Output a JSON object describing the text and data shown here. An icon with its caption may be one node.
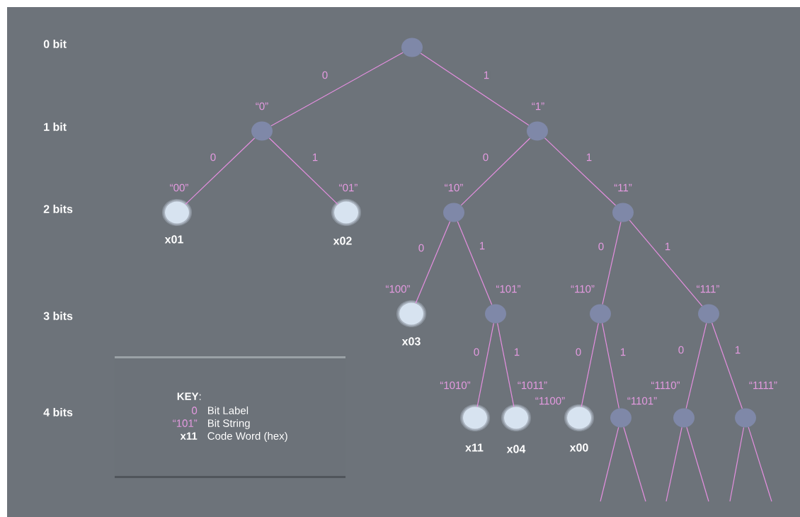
{
  "diagram": {
    "nodes": [
      {
        "text": [],
        "shape": "circle"
      },
      {
        "text": [],
        "shape": "circle",
        "beside": [
          "“0”"
        ]
      },
      {
        "text": [],
        "shape": "circle",
        "beside": [
          "“00”",
          "x01"
        ]
      },
      {
        "text": [],
        "shape": "circle",
        "beside": [
          "“01”",
          "x02"
        ]
      },
      {
        "text": [],
        "shape": "circle",
        "beside": [
          "“1”"
        ]
      },
      {
        "text": [],
        "shape": "circle",
        "beside": [
          "“10”"
        ]
      },
      {
        "text": [],
        "shape": "circle",
        "beside": [
          "“100”",
          "x03"
        ]
      },
      {
        "text": [],
        "shape": "circle",
        "beside": [
          "“101”"
        ]
      },
      {
        "text": [],
        "shape": "circle",
        "beside": [
          "“1010”",
          "x11"
        ]
      },
      {
        "text": [],
        "shape": "circle",
        "beside": [
          "“1011”",
          "x04"
        ]
      },
      {
        "text": [],
        "shape": "circle",
        "beside": [
          "“11”"
        ]
      },
      {
        "text": [],
        "shape": "circle",
        "beside": [
          "“110”"
        ]
      },
      {
        "text": [],
        "shape": "circle",
        "beside": [
          "“1100”",
          "x00"
        ]
      },
      {
        "text": [],
        "shape": "circle",
        "beside": [
          "“1101”"
        ]
      },
      {
        "text": [],
        "shape": "circle",
        "beside": [
          "“111”"
        ]
      },
      {
        "text": [],
        "shape": "circle",
        "beside": [
          "“1110”"
        ]
      },
      {
        "text": [],
        "shape": "circle",
        "beside": [
          "“1111”"
        ]
      },
      {
        "text": [
          "**KEY**:",
          "0",
          "Bit Label",
          "“101”",
          "Bit String",
          "x11",
          "Code Word (hex)"
        ]
      }
    ],
    "edges": [
      {
        "from": 0,
        "to": 1,
        "arrow": "none",
        "label": "0"
      },
      {
        "from": 0,
        "to": 4,
        "arrow": "none",
        "label": "1"
      },
      {
        "from": 1,
        "to": 2,
        "arrow": "none",
        "label": "0"
      },
      {
        "from": 1,
        "to": 3,
        "arrow": "none",
        "label": "1"
      },
      {
        "from": 4,
        "to": 5,
        "arrow": "none",
        "label": "0"
      },
      {
        "from": 4,
        "to": 10,
        "arrow": "none",
        "label": "1"
      },
      {
        "from": 5,
        "to": 6,
        "arrow": "none",
        "label": "0"
      },
      {
        "from": 5,
        "to": 7,
        "arrow": "none",
        "label": "1"
      },
      {
        "from": 7,
        "to": 8,
        "arrow": "none",
        "label": "0"
      },
      {
        "from": 7,
        "to": 9,
        "arrow": "none",
        "label": "1"
      },
      {
        "from": 10,
        "to": 11,
        "arrow": "none",
        "label": "0"
      },
      {
        "from": 10,
        "to": 14,
        "arrow": "none",
        "label": "1"
      },
      {
        "from": 11,
        "to": 12,
        "arrow": "none",
        "label": "0"
      },
      {
        "from": 11,
        "to": 13,
        "arrow": "none",
        "label": "1"
      },
      {
        "from": 14,
        "to": 15,
        "arrow": "none",
        "label": "0"
      },
      {
        "from": 14,
        "to": 16,
        "arrow": "none",
        "label": "1"
      },
      {
        "from": 13,
        "to": null,
        "arrow": "none"
      },
      {
        "from": 13,
        "to": null,
        "arrow": "none"
      },
      {
        "from": 15,
        "to": null,
        "arrow": "none"
      },
      {
        "from": 15,
        "to": null,
        "arrow": "none"
      },
      {
        "from": 16,
        "to": null,
        "arrow": "none"
      },
      {
        "from": 16,
        "to": null,
        "arrow": "none"
      }
    ],
    "labels": [
      "0 bit",
      "1 bit",
      "2 bits",
      "3 bits",
      "4 bits"
    ]
  }
}
